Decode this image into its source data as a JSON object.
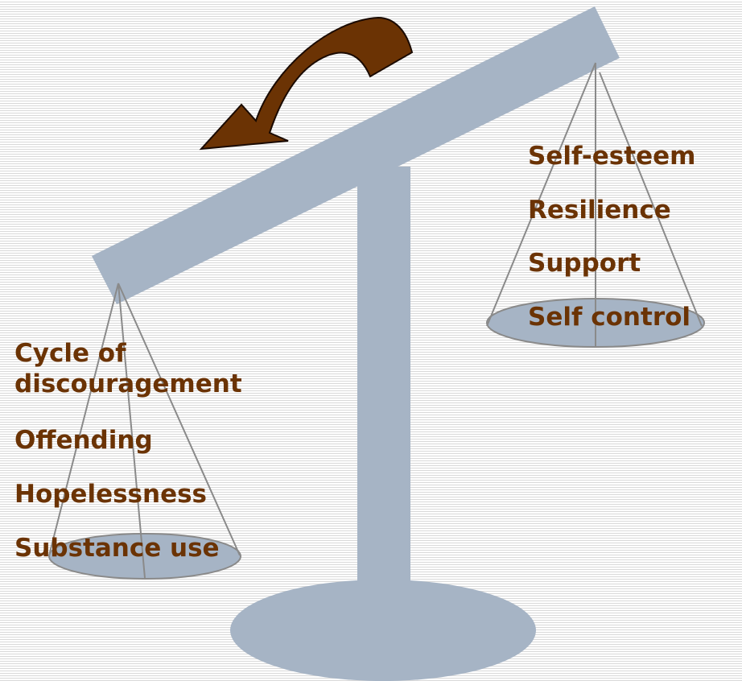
{
  "colors": {
    "scale": "#a6b4c5",
    "rope": "#8a8a8a",
    "text": "#6b3304",
    "arrow_fill": "#6b3304",
    "arrow_stroke": "#1a0a00"
  },
  "icons": {
    "tilt_arrow": "curved-arrow-icon"
  },
  "left_pan": {
    "items": [
      "Cycle of discouragement",
      "Offending",
      "Hopelessness",
      "Substance use"
    ]
  },
  "right_pan": {
    "items": [
      "Self-esteem",
      "Resilience",
      "Support",
      "Self control"
    ]
  }
}
